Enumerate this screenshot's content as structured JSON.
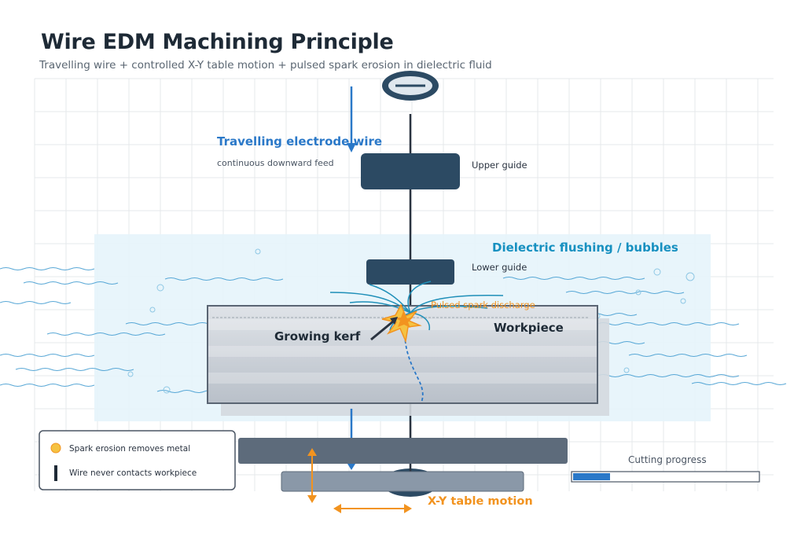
{
  "title": "Wire EDM Machining Principle",
  "subtitle": "Travelling wire + controlled X-Y table motion + pulsed spark erosion in dielectric fluid",
  "labels": {
    "wire_title": "Travelling electrode wire",
    "wire_sub": "continuous downward feed",
    "upper_guide": "Upper guide",
    "lower_guide": "Lower guide",
    "dielectric": "Dielectric flushing / bubbles",
    "pulsed_spark": "Pulsed spark discharge",
    "workpiece": "Workpiece",
    "kerf": "Growing kerf",
    "xy_motion": "X-Y table motion",
    "progress": "Cutting progress"
  },
  "legend": {
    "items": [
      {
        "label": "Spark erosion removes metal",
        "icon": "spark-dot-icon"
      },
      {
        "label": "Wire never contacts workpiece",
        "icon": "wire-bar-icon"
      }
    ]
  },
  "progress": {
    "value": 0.2
  },
  "colors": {
    "wire_blue": "#2a78c8",
    "dark_part": "#2c4a63",
    "dielectric_fill": "#e6f4fb",
    "dielectric_text": "#1690c0",
    "spark_orange": "#f2931f",
    "spark_yellow": "#f5c242",
    "workpiece_gray": "#c8ced6",
    "table_gray": "#5d6b7b"
  }
}
